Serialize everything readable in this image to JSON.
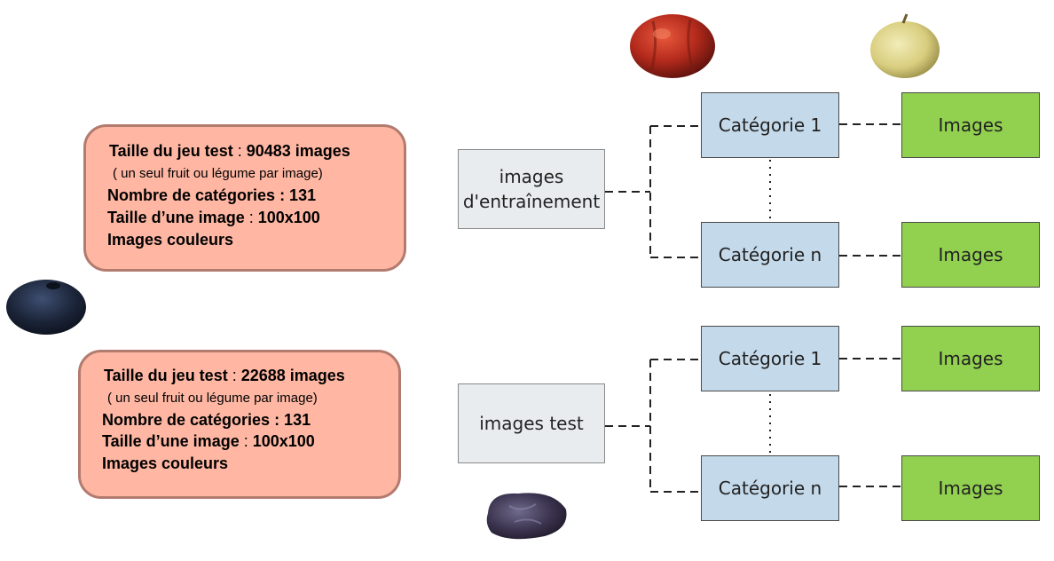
{
  "train_info": {
    "line1_bold": "Taille du jeu test",
    "line1_value": "90483 images",
    "line2": "( un seul fruit ou légume par image)",
    "line3": "Nombre de catégories : 131",
    "line4_bold": "Taille d’une image",
    "line4_value": "100x100",
    "line5": "Images couleurs"
  },
  "test_info": {
    "line1_bold": "Taille du jeu test",
    "line1_value": "22688 images",
    "line2": "( un seul fruit ou légume par image)",
    "line3": "Nombre de catégories : 131",
    "line4_bold": "Taille d’une image",
    "line4_value": "100x100",
    "line5": "Images couleurs"
  },
  "train_tree": {
    "source_label_1": "images",
    "source_label_2": "d'entraînement",
    "category_1": "Catégorie 1",
    "category_n": "Catégorie n",
    "images_1": "Images",
    "images_n": "Images"
  },
  "test_tree": {
    "source_label": "images test",
    "category_1": "Catégorie 1",
    "category_n": "Catégorie n",
    "images_1": "Images",
    "images_n": "Images"
  },
  "fruit_photos": [
    "tomato-photo",
    "apple-photo",
    "blueberry-photo",
    "date-photo"
  ],
  "colors": {
    "info_fill": "#ffb7a3",
    "info_border": "#b27b6f",
    "source_fill": "#e8ecef",
    "category_fill": "#c4d9ea",
    "images_fill": "#92d050"
  }
}
